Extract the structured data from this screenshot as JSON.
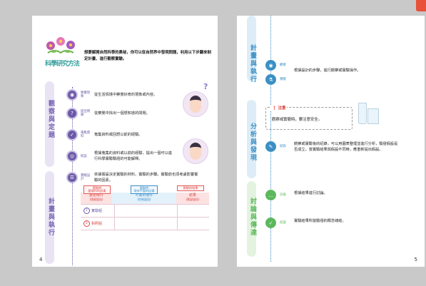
{
  "left_page": {
    "title_logo": "科學研究方法",
    "intro": "想要解開自然科學的奧祕，你可以從自然界中發現問題，利用以下步驟來制定計畫、進行觀察實驗。",
    "stage_observe": "觀察與定題",
    "stage_plan": "計畫與執行",
    "steps": [
      {
        "name": "察覺現象",
        "desc": "從生活情境中察覺好奇的現象或內容。"
      },
      {
        "name": "提出問題",
        "desc": "從察覺中找出一個想知道的問題。"
      },
      {
        "name": "蒐集資料",
        "desc": "蒐集資料或回想以前的經驗。"
      },
      {
        "name": "假設",
        "desc": "根據蒐集的資料或以前的經驗，提出一個可以進行科學實驗驗證的可能解釋。"
      },
      {
        "name": "實驗設計",
        "desc": "依據假設決定實驗的材料、實驗的步驟。實驗前也須考慮影響實驗的因素。"
      }
    ],
    "question_mark": "?",
    "table": {
      "tags": [
        "實驗時\n要操作的因素",
        "實驗時\n保持不變的因素",
        "實驗的結果"
      ],
      "headers": [
        {
          "main": "變更條件",
          "sub": "(操縱變因)"
        },
        {
          "main": "不變的條件",
          "sub": "(控制變因)"
        },
        {
          "main": "結果",
          "sub": "(應變變因)"
        }
      ],
      "rows": [
        {
          "num": "1",
          "label": "實驗組"
        },
        {
          "num": "2",
          "label": "對照組"
        }
      ]
    },
    "page_number": "4"
  },
  "right_page": {
    "stage_plan": "計畫與執行",
    "stage_analyze": "分析與發現",
    "stage_discuss": "討論與傳達",
    "observe": {
      "name": "觀察",
      "name2": "實驗",
      "desc": "根據設計的步驟，進行觀察或實驗操作。"
    },
    "note": {
      "title": "注意",
      "text": "觀察或實驗時，要注意安全。"
    },
    "record": {
      "name": "紀錄",
      "desc": "觀察或實驗後的紀錄，可以用圖表整理並進行分析，驗證假設是否成立。當實驗結果與假設不同時，應重新提出假設。"
    },
    "discuss": {
      "name": "討論",
      "desc": "根據結果進行討論。"
    },
    "conclude": {
      "name": "結論",
      "desc": "實驗結果所能驗證的概念總結。"
    },
    "page_number": "5"
  },
  "colors": {
    "purple": "#6b59a8",
    "teal": "#3b8fc4",
    "green": "#5cb85c",
    "red": "#d84a48",
    "corner": "#e8513a"
  }
}
